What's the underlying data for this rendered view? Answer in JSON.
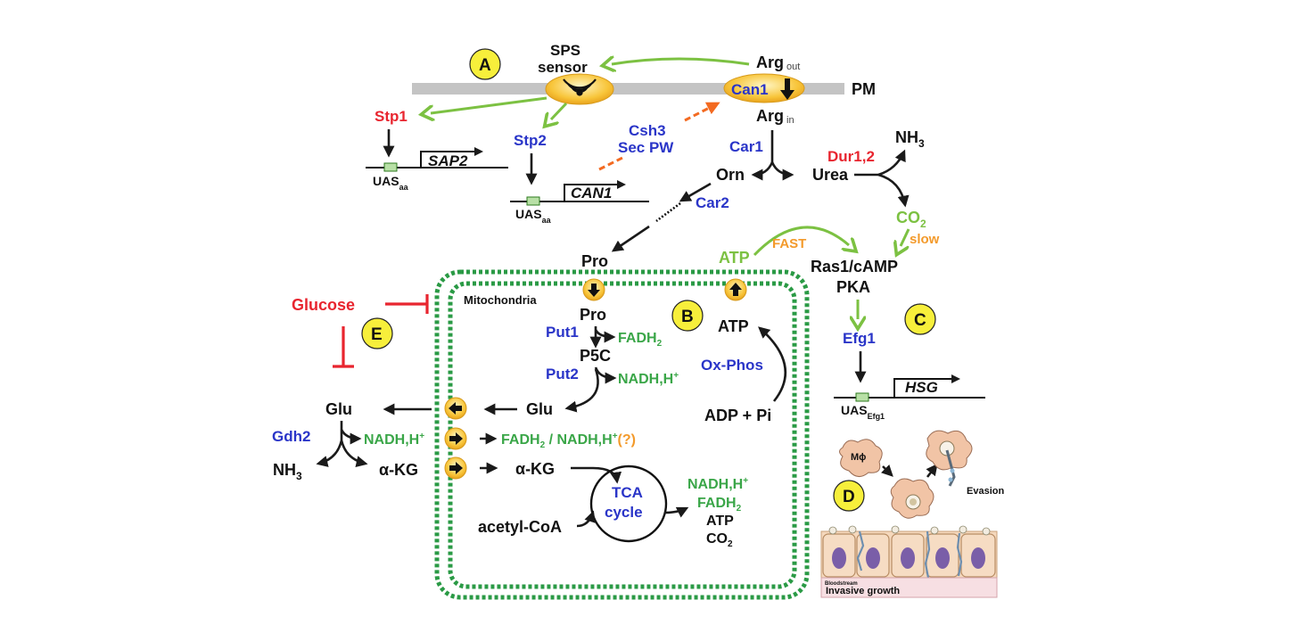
{
  "panels": {
    "A": "A",
    "B": "B",
    "C": "C",
    "D": "D",
    "E": "E"
  },
  "membrane": {
    "label": "PM"
  },
  "top": {
    "sps_line1": "SPS",
    "sps_line2": "sensor",
    "arg_out_main": "Arg",
    "arg_out_sub": "out",
    "arg_in_main": "Arg",
    "arg_in_sub": "in",
    "can1": "Can1",
    "stp1": "Stp1",
    "stp2": "Stp2",
    "csh3": "Csh3",
    "secpw": "Sec PW",
    "sap2": "SAP2",
    "can1_gene": "CAN1",
    "uas_main": "UAS",
    "uas_sub": "aa"
  },
  "arginine": {
    "car1": "Car1",
    "orn": "Orn",
    "urea": "Urea",
    "car2": "Car2",
    "dur": "Dur1,2",
    "nh3_main": "NH",
    "nh3_sub": "3",
    "co2_main": "CO",
    "co2_sub": "2",
    "slow": "slow",
    "pro": "Pro",
    "atp": "ATP",
    "fast": "FAST"
  },
  "pka": {
    "ras": "Ras1/cAMP",
    "pka": "PKA",
    "efg1": "Efg1",
    "hsg": "HSG",
    "uas_main": "UAS",
    "uas_sub": "Efg1"
  },
  "mito": {
    "label": "Mitochondria",
    "pro": "Pro",
    "put1": "Put1",
    "fadh2_main": "FADH",
    "fadh2_sub": "2",
    "p5c": "P5C",
    "put2": "Put2",
    "nadh": "NADH,H",
    "plus": "+",
    "glu": "Glu",
    "atp": "ATP",
    "oxphos": "Ox-Phos",
    "adp": "ADP + Pi",
    "fadh_nadh_a": "FADH",
    "fadh_nadh_b": "2",
    "fadh_nadh_c": " / NADH,H",
    "fadh_nadh_d": "+",
    "fadh_nadh_q": "(?)",
    "akg": "α-KG",
    "tca1": "TCA",
    "tca2": "cycle",
    "acetyl": "acetyl-CoA",
    "out_nadh": "NADH,H",
    "out_plus": "+",
    "out_fadh": "FADH",
    "out_fadh_sub": "2",
    "out_atp": "ATP",
    "out_co2": "CO",
    "out_co2_sub": "2"
  },
  "left": {
    "glucose": "Glucose",
    "glu": "Glu",
    "gdh2": "Gdh2",
    "nadh": "NADH,H",
    "plus": "+",
    "nh3_main": "NH",
    "nh3_sub": "3",
    "akg": "α-KG"
  },
  "cells": {
    "mphi": "Mϕ",
    "evasion": "Evasion",
    "bloodstream": "Bloodstream",
    "invasive": "Invasive growth"
  },
  "colors": {
    "red": "#e8252f",
    "blue": "#2a35c8",
    "green": "#3aa648",
    "light_green": "#7cc142",
    "orange": "#f39a2b",
    "badge_yellow": "#f7ef3b",
    "membrane_gray": "#c4c4c4"
  }
}
